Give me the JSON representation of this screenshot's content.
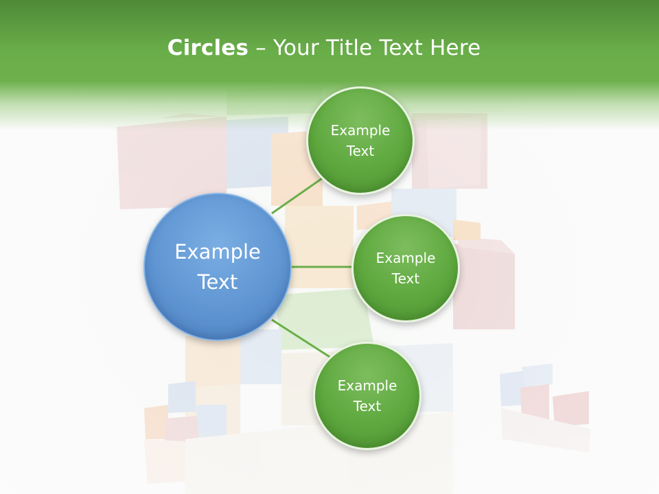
{
  "slide": {
    "title_bold": "Circles",
    "title_rest": " – Your Title Text Here",
    "colors": {
      "header_green": "#6aae4a",
      "main_circle_blue": "#5f95d2",
      "satellite_green": "#5ea83e",
      "connector_green": "#6aae4a"
    },
    "main_circle": {
      "label": "Example\nText"
    },
    "satellites": [
      {
        "label": "Example\nText"
      },
      {
        "label": "Example\nText"
      },
      {
        "label": "Example\nText"
      }
    ]
  }
}
